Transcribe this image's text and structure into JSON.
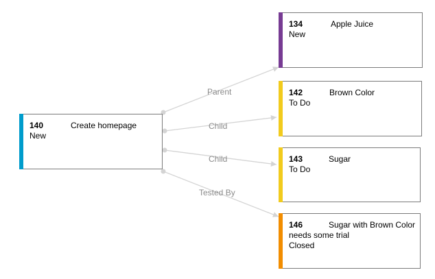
{
  "source": {
    "id": "140",
    "title": "Create homepage",
    "state": "New",
    "color": "#009ccc"
  },
  "targets": [
    {
      "id": "134",
      "title": "Apple Juice",
      "state": "New",
      "color": "#773b93",
      "relation": "Parent"
    },
    {
      "id": "142",
      "title": "Brown Color",
      "state": "To Do",
      "color": "#f2cb1d",
      "relation": "Child"
    },
    {
      "id": "143",
      "title": "Sugar",
      "state": "To Do",
      "color": "#f2cb1d",
      "relation": "Child"
    },
    {
      "id": "146",
      "title": "Sugar with Brown Color",
      "title_cont": "needs some trial",
      "state": "Closed",
      "color": "#f28d00",
      "relation": "Tested By"
    }
  ],
  "link_color": "#d4d4d4"
}
